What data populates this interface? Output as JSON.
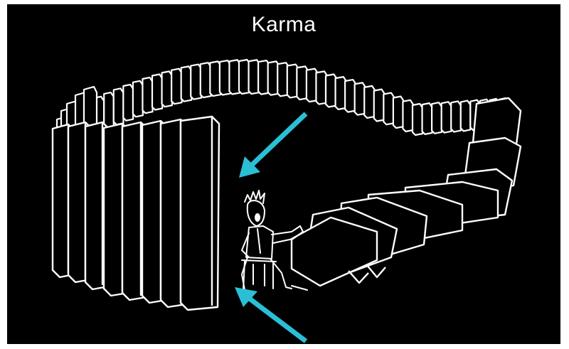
{
  "slide": {
    "title": "Karma"
  },
  "colors": {
    "background": "#000000",
    "line_art": "#ffffff",
    "arrow": "#2bbfd6"
  },
  "illustration": {
    "subject": "dominoes-ring-cartoon",
    "arrows": [
      "arrow-upper",
      "arrow-lower"
    ]
  }
}
